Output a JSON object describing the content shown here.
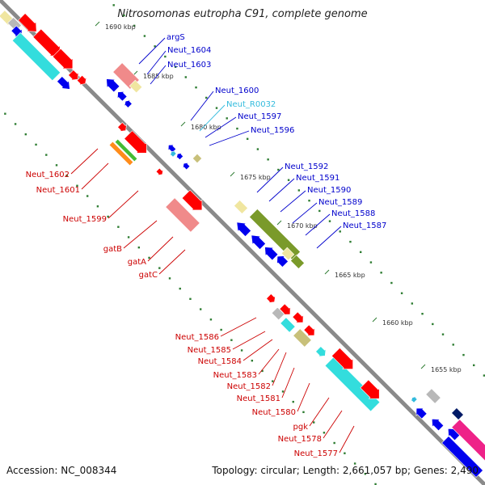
{
  "title": "Nitrosomonas eutropha C91, complete genome",
  "footer": {
    "accession": "Accession: NC_008344",
    "summary": "Topology: circular; Length: 2,661,057 bp; Genes: 2,490"
  },
  "colors": {
    "background": "#ffffff",
    "backbone": "#8a8a8a",
    "tick_dots": "#2e7d32",
    "label_forward": "#cc0000",
    "label_reverse": "#0000cc",
    "label_rna": "#33bbdd",
    "gene_red": "#ff0000",
    "gene_blue": "#0000ee",
    "gene_cyan": "#33dddd",
    "gene_pink": "#f08a8a",
    "gene_khaki": "#c8c07a",
    "gene_olive": "#7a9a2a",
    "gene_pale_yellow": "#f0e6a0",
    "gene_orange": "#ff8c1a",
    "gene_green": "#44bb33",
    "gene_grey": "#b8b8b8",
    "gene_magenta": "#ee2288",
    "gene_navy": "#001a66"
  },
  "scale_labels": [
    "1690 kbp",
    "1685 kbp",
    "1680 kbp",
    "1675 kbp",
    "1670 kbp",
    "1665 kbp",
    "1660 kbp",
    "1655 kbp"
  ],
  "reverse_labels": [
    "argS",
    "Neut_1604",
    "Neut_1603",
    "Neut_1600",
    "Neut_R0032",
    "Neut_1597",
    "Neut_1596",
    "Neut_1592",
    "Neut_1591",
    "Neut_1590",
    "Neut_1589",
    "Neut_1588",
    "Neut_1587"
  ],
  "forward_labels": [
    "Neut_1602",
    "Neut_1601",
    "Neut_1599",
    "gatB",
    "gatA",
    "gatC",
    "Neut_1586",
    "Neut_1585",
    "Neut_1584",
    "Neut_1583",
    "Neut_1582",
    "Neut_1581",
    "Neut_1580",
    "pgk",
    "Neut_1578",
    "Neut_1577"
  ]
}
